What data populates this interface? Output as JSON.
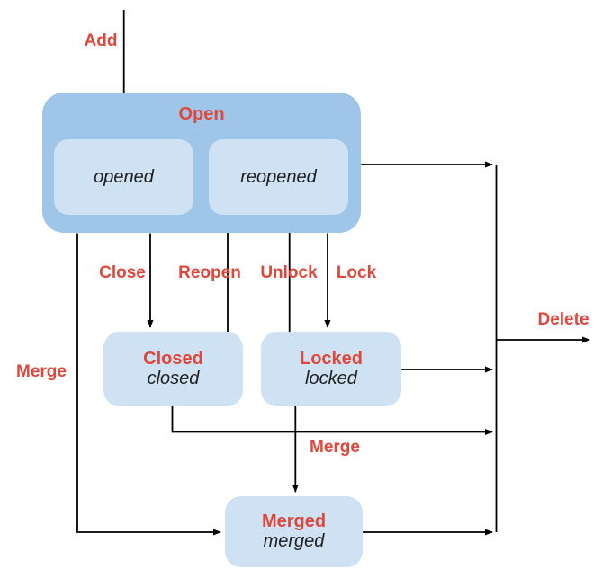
{
  "diagram": {
    "title_hint": "issue state transition diagram",
    "colors": {
      "page_bg": "#ffffff",
      "container_fill": "#9fc5e8",
      "state_fill": "#cfe2f3",
      "label_red": "#e0463a",
      "text_black": "#1f1f1f",
      "line_color": "#000000"
    },
    "open_group": {
      "title": "Open",
      "substates": {
        "opened": "opened",
        "reopened": "reopened"
      }
    },
    "states": {
      "closed": {
        "title": "Closed",
        "name": "closed"
      },
      "locked": {
        "title": "Locked",
        "name": "locked"
      },
      "merged": {
        "title": "Merged",
        "name": "merged"
      }
    },
    "transitions": {
      "add": "Add",
      "close": "Close",
      "reopen": "Reopen",
      "unlock": "Unlock",
      "lock": "Lock",
      "merge_left": "Merge",
      "merge_mid": "Merge",
      "delete": "Delete"
    }
  }
}
